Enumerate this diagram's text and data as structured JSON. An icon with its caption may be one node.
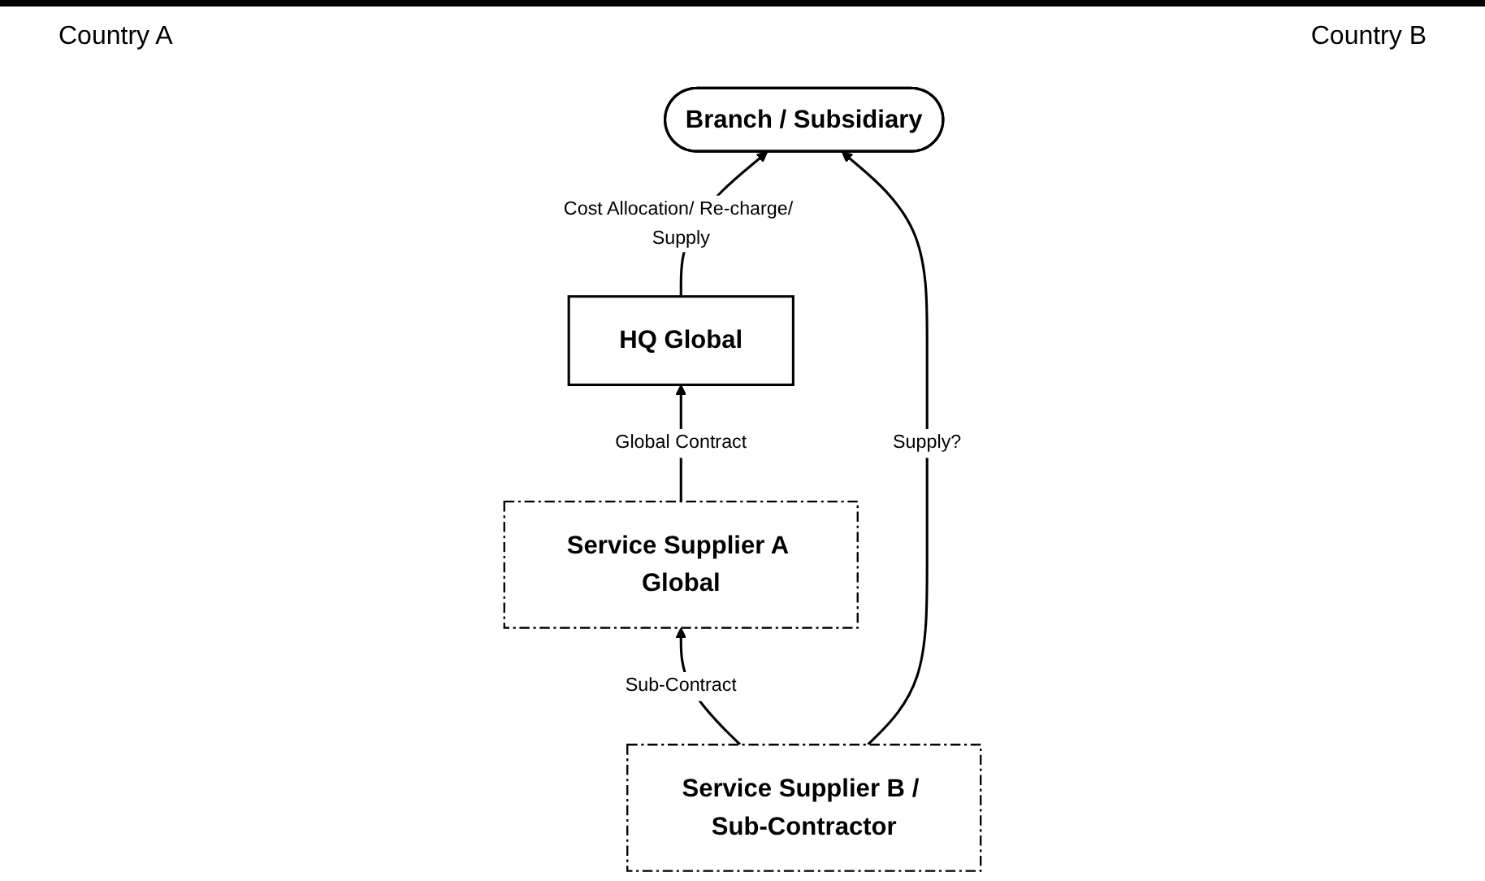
{
  "diagram": {
    "nodes": [
      {
        "text": [
          "HQ Global"
        ]
      },
      {
        "text": [
          "Branch / Subsidiary"
        ]
      },
      {
        "text": [
          "Service Supplier A Global"
        ]
      },
      {
        "text": [
          "Service Supplier B / Sub-Contractor"
        ]
      }
    ],
    "edges": [
      {
        "from": 0,
        "to": 1,
        "arrow": "to",
        "label": "Cost Allocation/ Re-charge/ Supply"
      },
      {
        "from": 2,
        "to": 0,
        "arrow": "to",
        "label": "Global Contract"
      },
      {
        "from": 3,
        "to": 1,
        "arrow": "to",
        "label": "Supply?"
      },
      {
        "from": 3,
        "to": 2,
        "arrow": "to",
        "label": "Sub-Contract"
      }
    ],
    "labels": [
      "Country A",
      "Country B"
    ]
  }
}
